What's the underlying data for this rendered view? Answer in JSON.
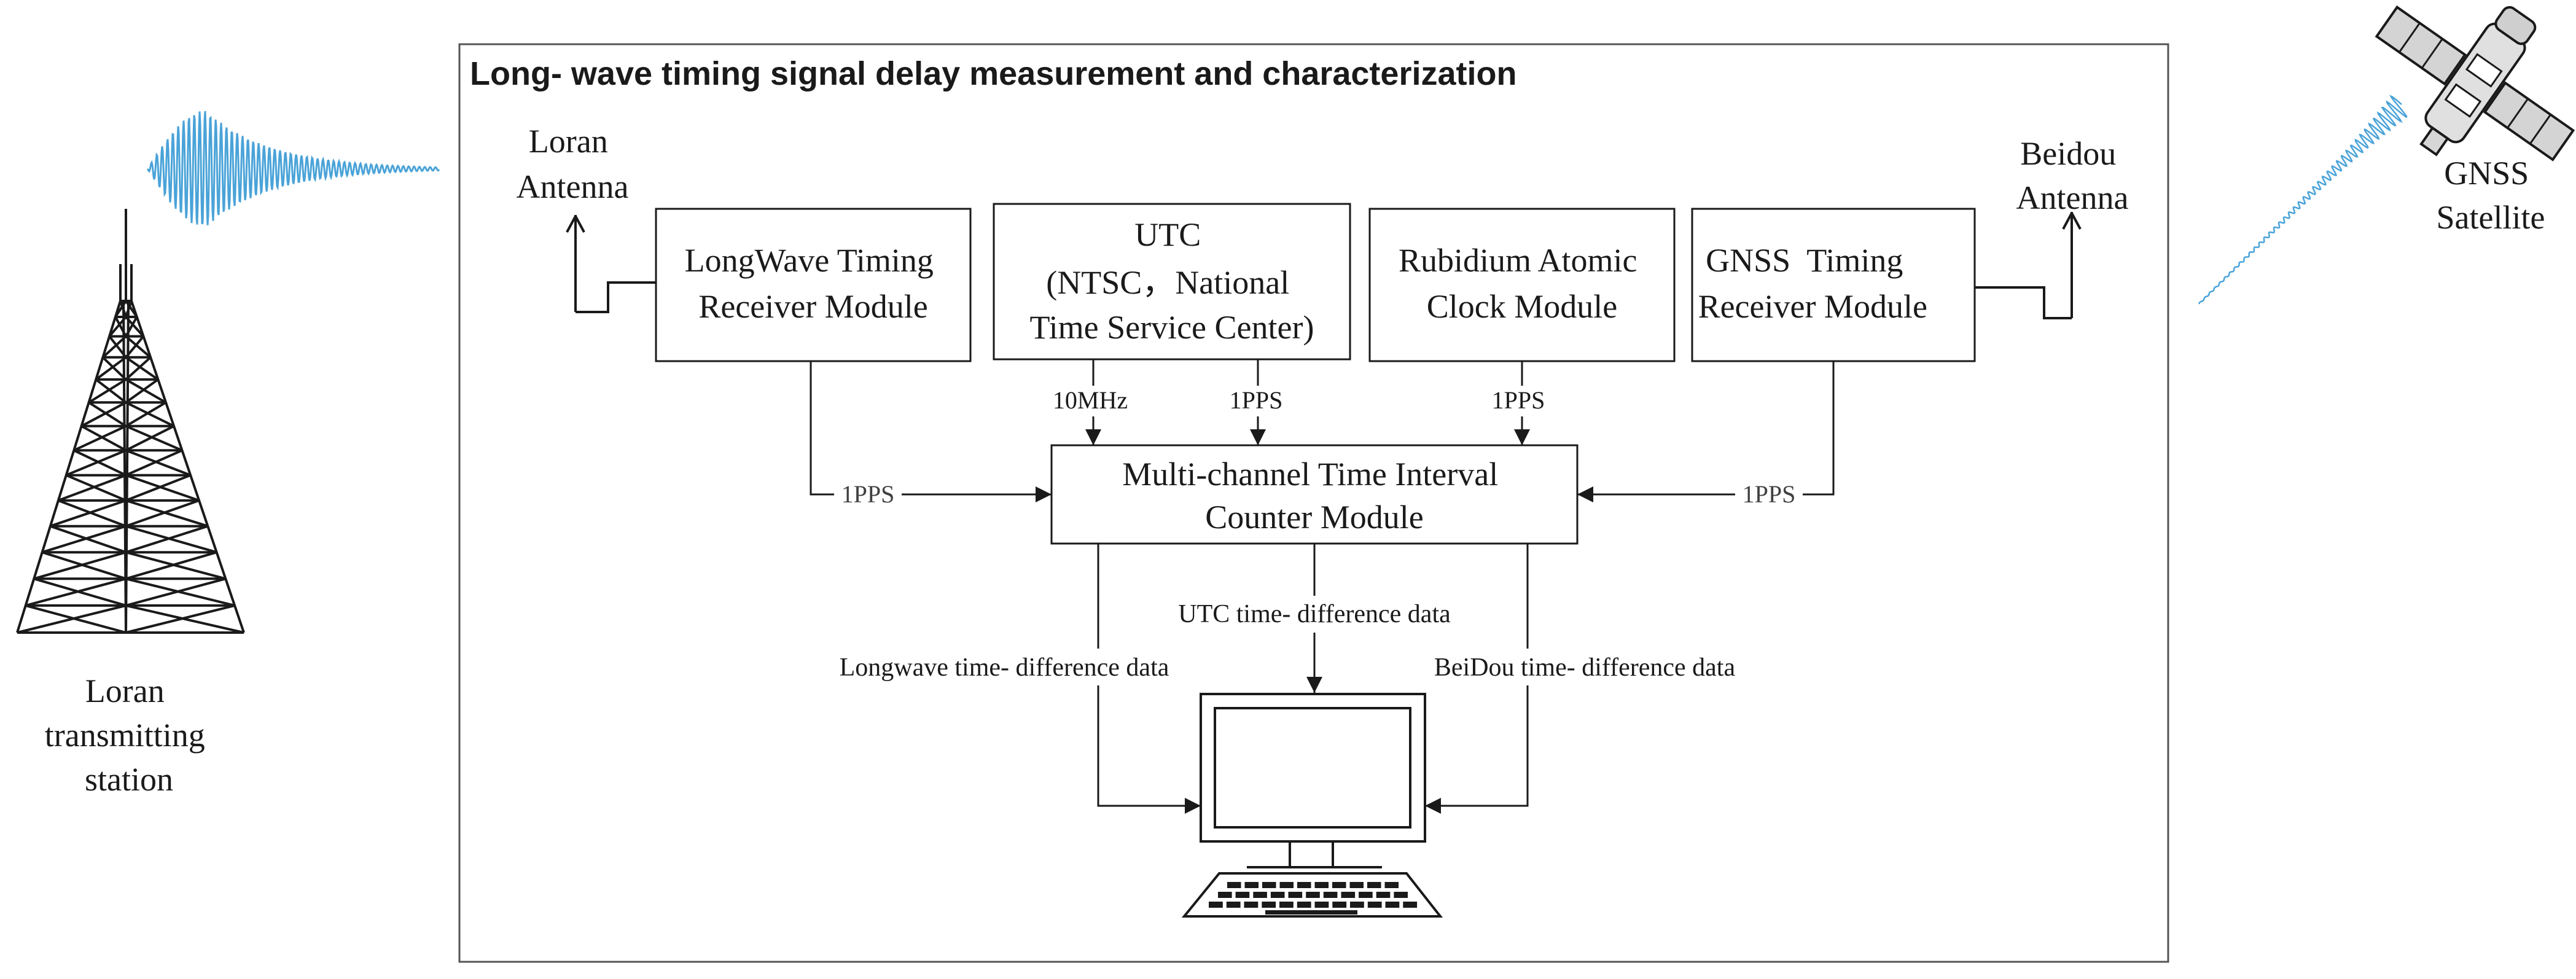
{
  "panel": {
    "title": "Long- wave timing signal delay measurement and characterization"
  },
  "antennas": {
    "loran": [
      "Loran",
      "Antenna"
    ],
    "beidou": [
      "Beidou",
      "Antenna"
    ]
  },
  "modules": {
    "longwave": [
      "LongWave Timing",
      "Receiver Module"
    ],
    "utc": [
      "UTC",
      "(NTSC，National",
      "Time Service Center)"
    ],
    "rubidium": [
      "Rubidium Atomic",
      "Clock Module"
    ],
    "gnss": [
      "GNSS  Timing",
      "Receiver Module"
    ],
    "counter": [
      "Multi-channel Time Interval",
      "Counter Module"
    ]
  },
  "signals": {
    "utc_10mhz": "10MHz",
    "utc_1pps": "1PPS",
    "rubidium_1pps": "1PPS",
    "longwave_1pps": "1PPS",
    "gnss_1pps": "1PPS"
  },
  "data_flows": {
    "utc": "UTC time- difference data",
    "longwave": "Longwave time- difference data",
    "beidou": "BeiDou time- difference data"
  },
  "external": {
    "loran_station": [
      "Loran",
      "transmitting",
      "station"
    ],
    "gnss_satellite": [
      "GNSS",
      "Satellite"
    ]
  },
  "colors": {
    "line": "#1a1a1a",
    "wave": "#4aa3d8",
    "satellite_body": "#d9d9d9"
  }
}
